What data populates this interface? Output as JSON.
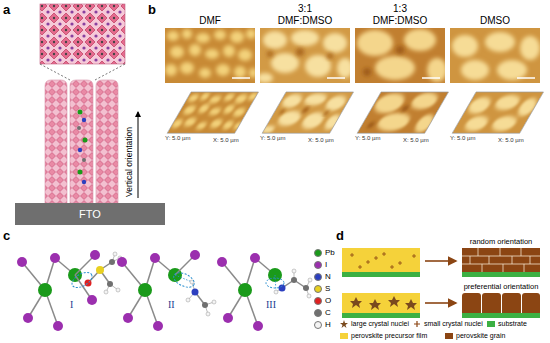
{
  "diagram": {
    "nodes": [
      {
        "text": [
          "FTO"
        ]
      },
      {
        "text": [
          "DMF"
        ]
      },
      {
        "text": [
          "3:1 DMF:DMSO"
        ]
      },
      {
        "text": [
          "1:3 DMF:DMSO"
        ]
      },
      {
        "text": [
          "DMSO"
        ]
      },
      {
        "text": [
          "random orientation"
        ]
      },
      {
        "text": [
          "preferential orientation"
        ]
      }
    ],
    "labels": [
      "a",
      "Vertical orientation",
      "b",
      "Y: 5.0 µm",
      "X: 5.0 µm",
      "Y: 5.0 µm",
      "X: 5.0 µm",
      "Y: 5.0 µm",
      "X: 5.0 µm",
      "Y: 5.0 µm",
      "X: 5.0 µm",
      "c",
      "I",
      "II",
      "III",
      "d"
    ],
    "legend": [
      {
        "text": "Pb",
        "color": "#1a9a1a"
      },
      {
        "text": "I",
        "color": "#9b2fae"
      },
      {
        "text": "N",
        "color": "#2c3fbf"
      },
      {
        "text": "S",
        "color": "#e8d020"
      },
      {
        "text": "O",
        "color": "#e02020"
      },
      {
        "text": "C",
        "color": "#707070"
      },
      {
        "text": "H",
        "color": "#f4f4f4"
      },
      {
        "text": "large crystal nuclei"
      },
      {
        "text": "small crystal nuclei"
      },
      {
        "text": "substrate",
        "color": "#3cb043"
      },
      {
        "text": "perovskite precursor film",
        "color": "#f5d23a"
      },
      {
        "text": "perovskite grain",
        "color": "#8b4513"
      }
    ]
  }
}
